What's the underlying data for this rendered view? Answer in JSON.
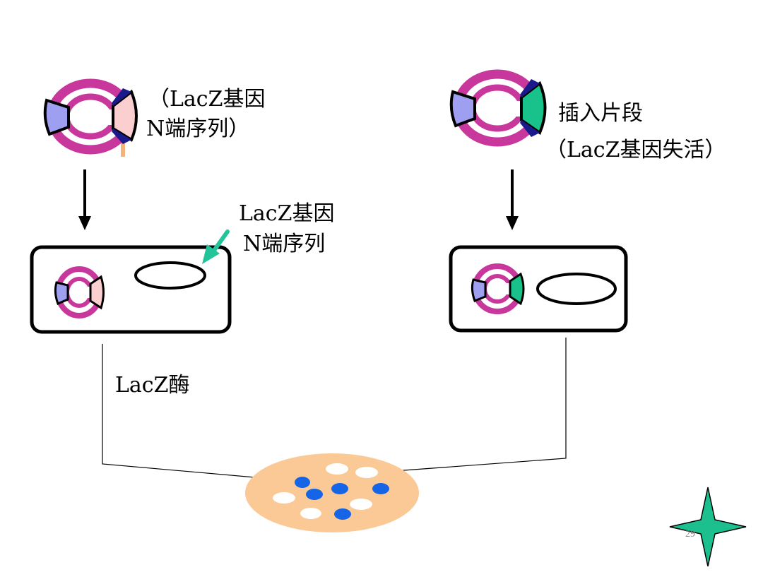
{
  "labels": {
    "left_plasmid_line1": "（LacZ基因",
    "left_plasmid_line2": "N端序列）",
    "right_plasmid_line1": "插入片段",
    "right_plasmid_line2": "（LacZ基因失活）",
    "cell_arrow_line1": "LacZ基因",
    "cell_arrow_line2": "N端序列",
    "enzyme": "LacZ酶"
  },
  "page_number": "29",
  "colors": {
    "plasmid_ring": "#c8379b",
    "marker_blue": "#9f9ff2",
    "lacz_pink": "#fbcfcf",
    "insert_green": "#18c28a",
    "dark_navy": "#1a1a8c",
    "pointer_arrow": "#23c49a",
    "plate": "#fbc996",
    "colony_blue": "#1565e6",
    "colony_white": "#ffffff",
    "star": "#1cc08f",
    "stroke": "#000000"
  },
  "plate": {
    "blue_colonies": 5,
    "white_colonies": 5
  }
}
